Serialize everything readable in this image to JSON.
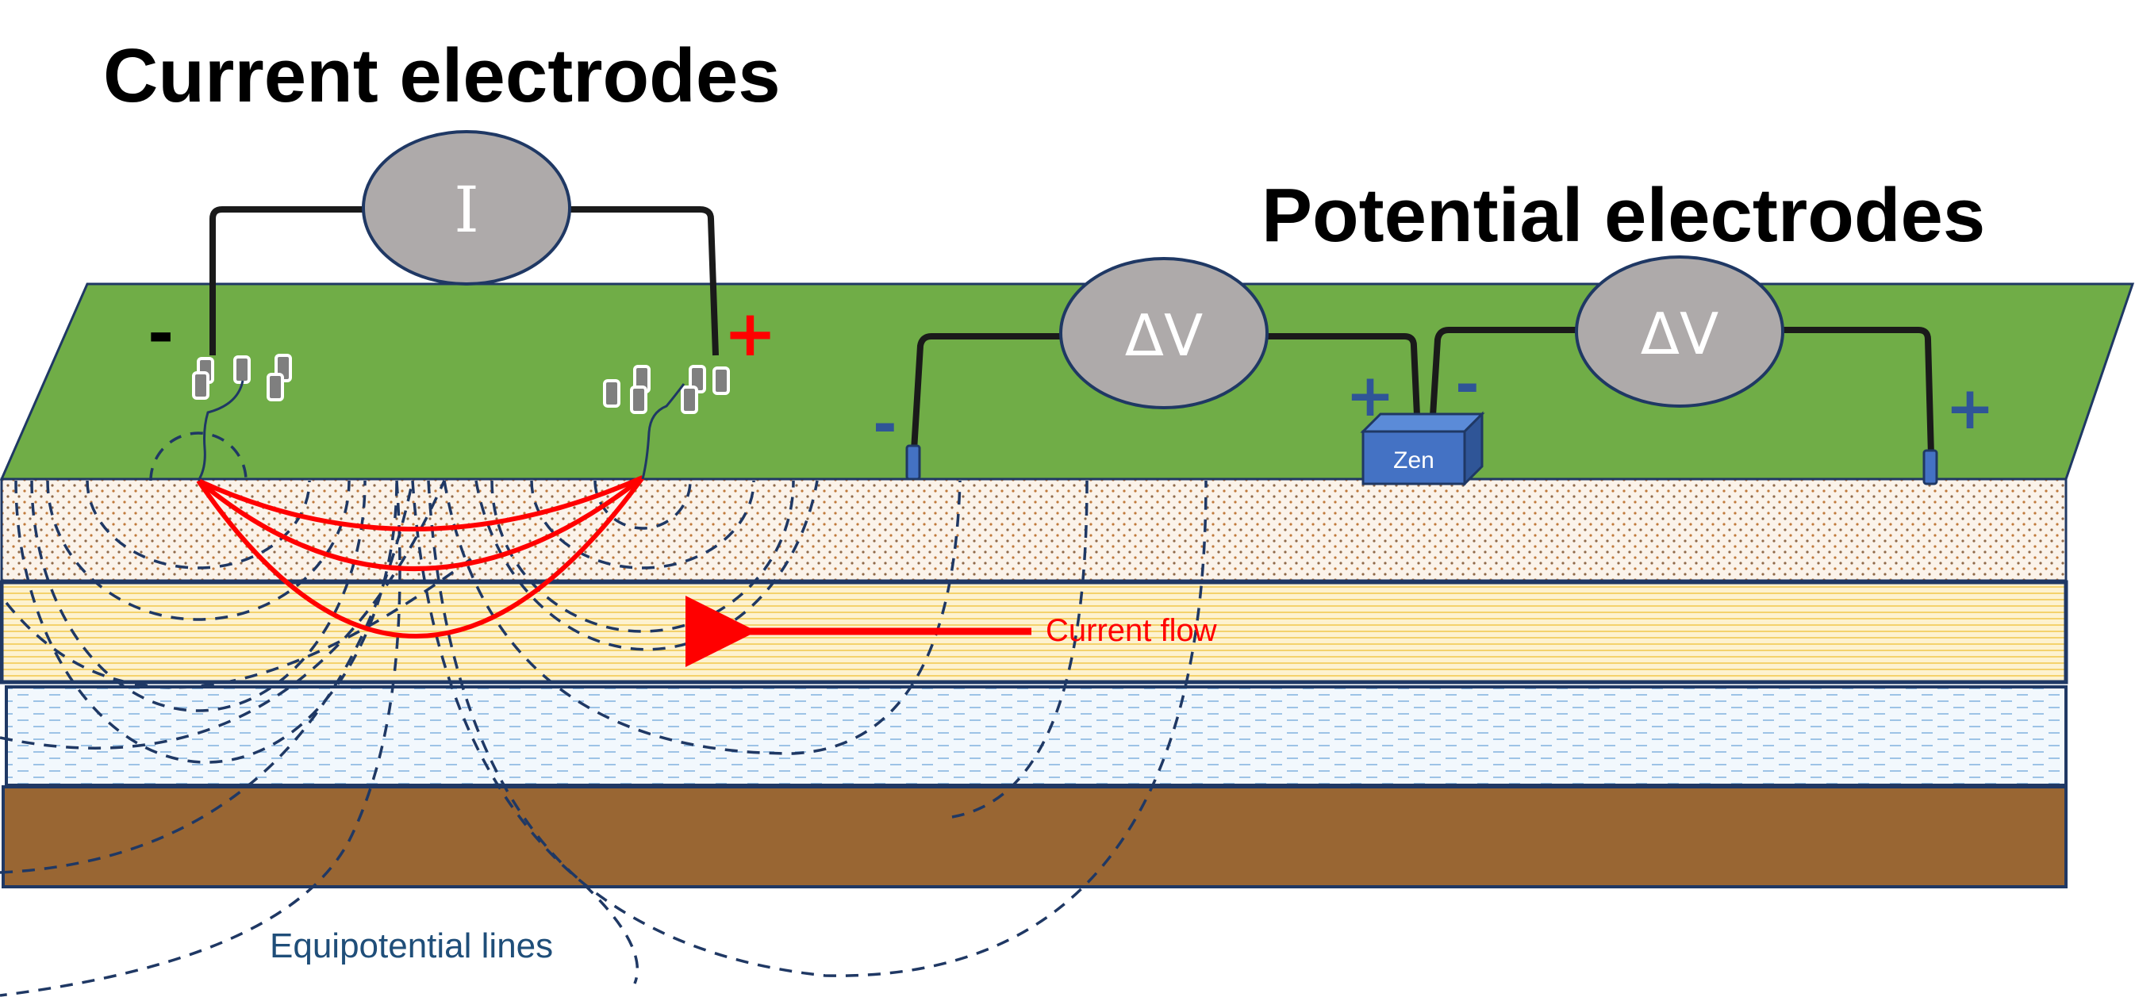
{
  "titles": {
    "current_electrodes": "Current electrodes",
    "potential_electrodes": "Potential electrodes"
  },
  "meters": {
    "current": "I",
    "voltage_1": "ΔV",
    "voltage_2": "ΔV"
  },
  "receiver_label": "Zen",
  "signs": {
    "current_negative": "-",
    "current_positive": "+",
    "dv1_negative": "-",
    "dv1_positive": "+",
    "dv2_negative": "-",
    "dv2_positive": "+"
  },
  "annotations": {
    "current_flow": "Current flow",
    "equipotential_lines": "Equipotential lines"
  },
  "colors": {
    "ground_surface": "#70ad47",
    "layer_1_sand": "#fbf3ea",
    "layer_1_dots": "#c07a3c",
    "layer_2_yellow": "#fdf2d0",
    "layer_2_stripes": "#f2c84b",
    "layer_3_water": "#eaf3fb",
    "layer_3_dashes": "#9dc3e6",
    "layer_4_clay": "#996633",
    "layer_border": "#1f3864",
    "current_flow": "#ff0000",
    "equipotential": "#1f3864",
    "meter_fill": "#aeaaaa",
    "receiver_fill": "#4472c4",
    "positive_red": "#ff0000",
    "dv_sign_blue": "#2f5597"
  }
}
